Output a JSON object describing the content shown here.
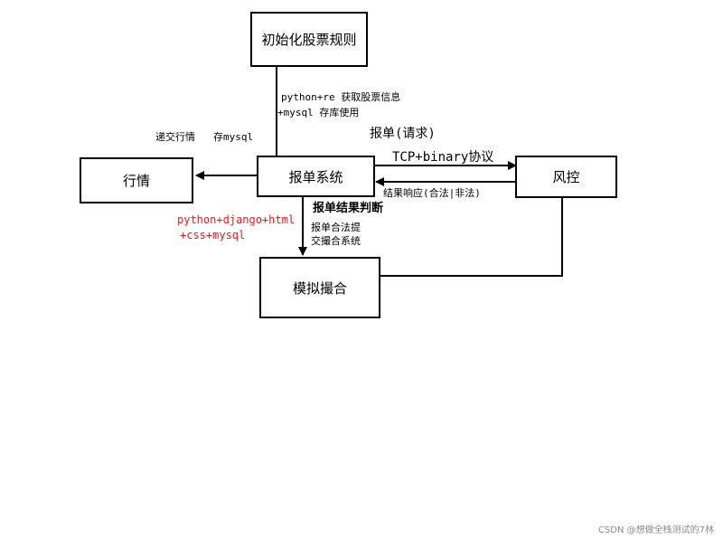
{
  "boxes": {
    "init": "初始化股票规则",
    "market": "行情",
    "order": "报单系统",
    "risk": "风控",
    "match": "模拟撮合"
  },
  "labels": {
    "init_line1": "python+re 获取股票信息",
    "init_line2": "+mysql 存库使用",
    "market_send": "递交行情",
    "market_store": "存mysql",
    "order_request": "报单(请求)",
    "protocol": "TCP+binary协议",
    "result_response": "结果响应(合法|非法)",
    "result_judge": "报单结果判断",
    "legal_submit_1": "报单合法提",
    "legal_submit_2": "交撮合系统",
    "stack_1": "python+django+html",
    "stack_2": "+css+mysql"
  },
  "watermark": "CSDN @想做全栈测试的7林"
}
